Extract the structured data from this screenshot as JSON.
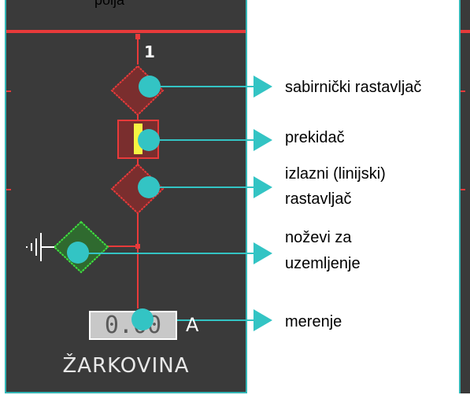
{
  "header": {
    "text": "polja"
  },
  "bay": {
    "number": "1",
    "name": "ŽARKOVINA"
  },
  "meter": {
    "value": "0.00",
    "unit": "A"
  },
  "labels": {
    "busbar_disconnector": "sabirnički  rastavljač",
    "breaker": "prekidač",
    "line_disconnector_1": "izlazni (linijski)",
    "line_disconnector_2": "rastavljač",
    "earthing_1": "noževi za",
    "earthing_2": "uzemljenje",
    "measurement": "merenje"
  },
  "colors": {
    "panel_bg": "#3a3a3a",
    "frame": "#33b5b5",
    "busbar": "#e83a3a",
    "switch_fill": "#7a2e2e",
    "earth_switch": "#3fe03f",
    "earth_fill": "#2f6a2f",
    "breaker_indicator": "#f5f542",
    "callout": "#33c4c4"
  }
}
